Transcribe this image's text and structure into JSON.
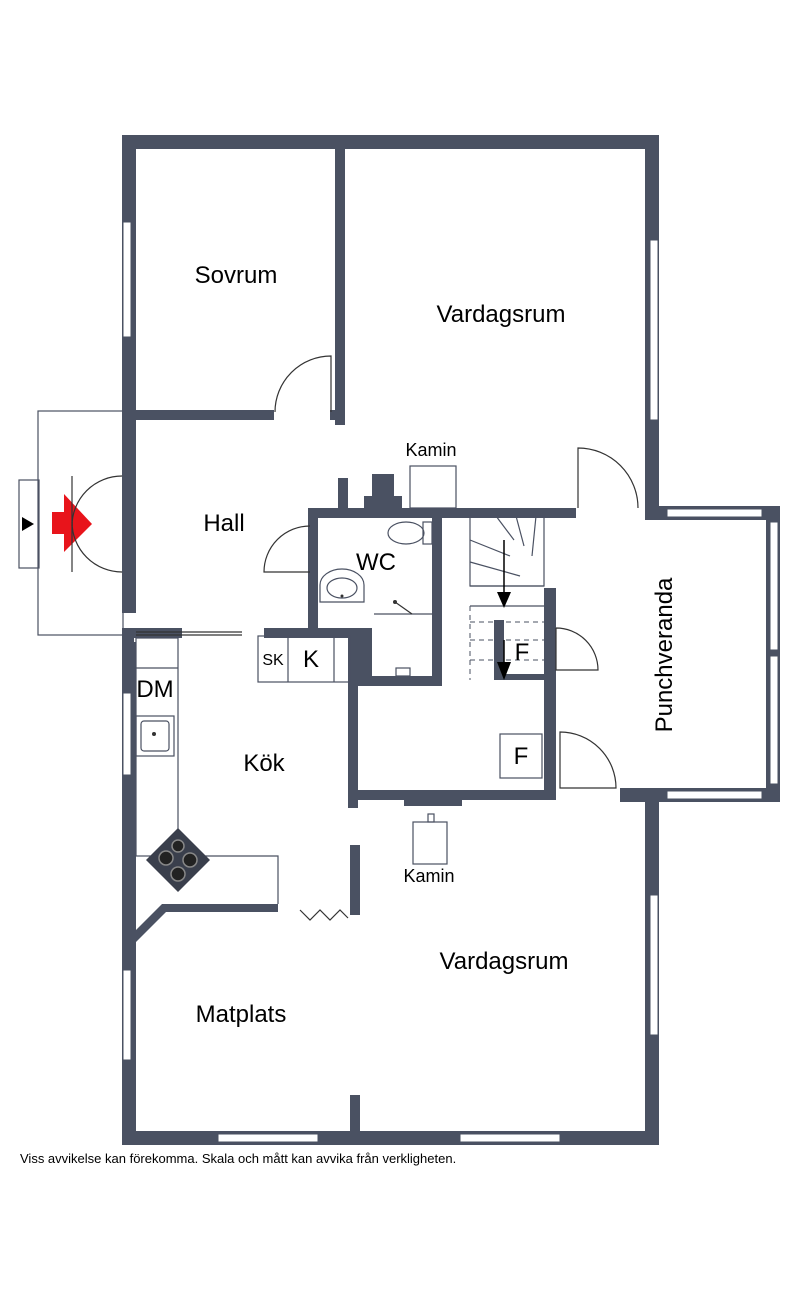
{
  "rooms": {
    "sovrum": "Sovrum",
    "vardagsrum_upper": "Vardagsrum",
    "hall": "Hall",
    "wc": "WC",
    "kok": "Kök",
    "matplats": "Matplats",
    "vardagsrum_lower": "Vardagsrum",
    "punchveranda": "Punchveranda"
  },
  "fixtures": {
    "kamin_upper": "Kamin",
    "kamin_lower": "Kamin",
    "sk": "SK",
    "k": "K",
    "dm": "DM",
    "f_upper": "F",
    "f_lower": "F"
  },
  "disclaimer": "Viss avvikelse kan förekomma. Skala och mått kan avvika från verkligheten.",
  "colors": {
    "wall": "#4a5162",
    "entrance_arrow": "#e8141b",
    "background": "#ffffff"
  }
}
